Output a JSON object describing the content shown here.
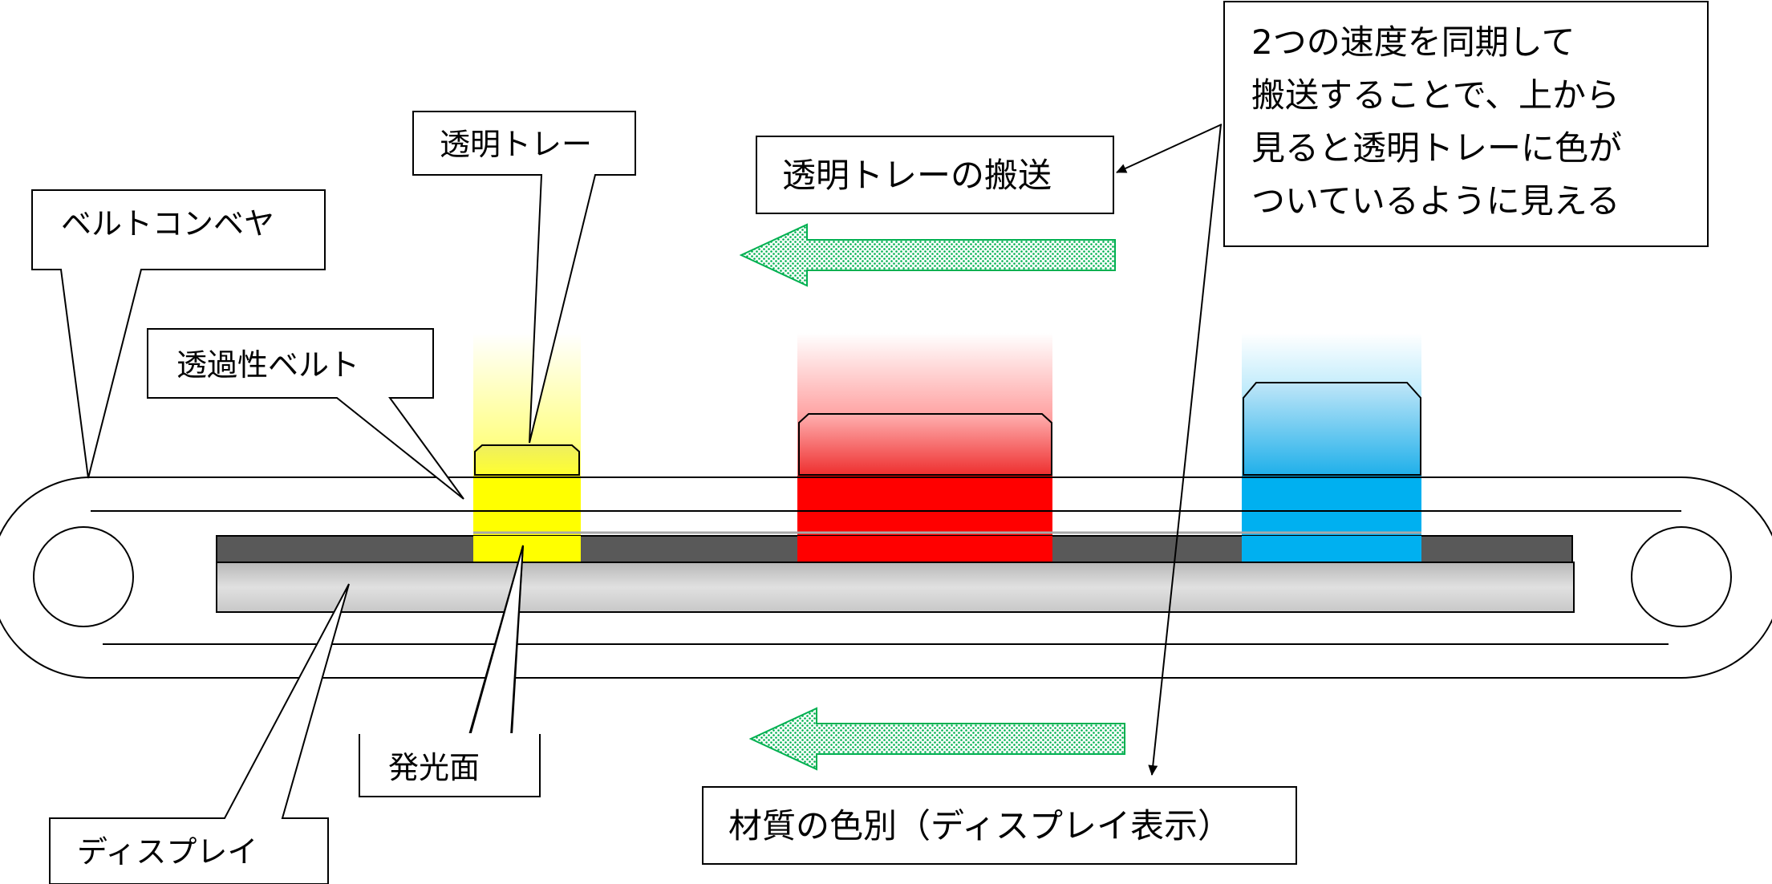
{
  "labels": {
    "belt_conveyor": "ベルトコンベヤ",
    "transparent_tray": "透明トレー",
    "transmissive_belt": "透過性ベルト",
    "tray_transport": "透明トレーの搬送",
    "sync_note": {
      "line1": "2つの速度を同期して",
      "line2": "搬送することで、上から",
      "line3": "見ると透明トレーに色が",
      "line4": "ついているように見える"
    },
    "emitting_surface": "発光面",
    "display": "ディスプレイ",
    "material_color": "材質の色別（ディスプレイ表示）"
  },
  "colors": {
    "yellow": "#ffff00",
    "red": "#ff0000",
    "blue": "#00b0f0",
    "arrow_green": "#92d050",
    "display_dark": "#595959",
    "display_gray": "#d0d0d0"
  },
  "icons": {
    "upper_arrow": "left-arrow-icon",
    "lower_arrow": "left-arrow-icon"
  }
}
